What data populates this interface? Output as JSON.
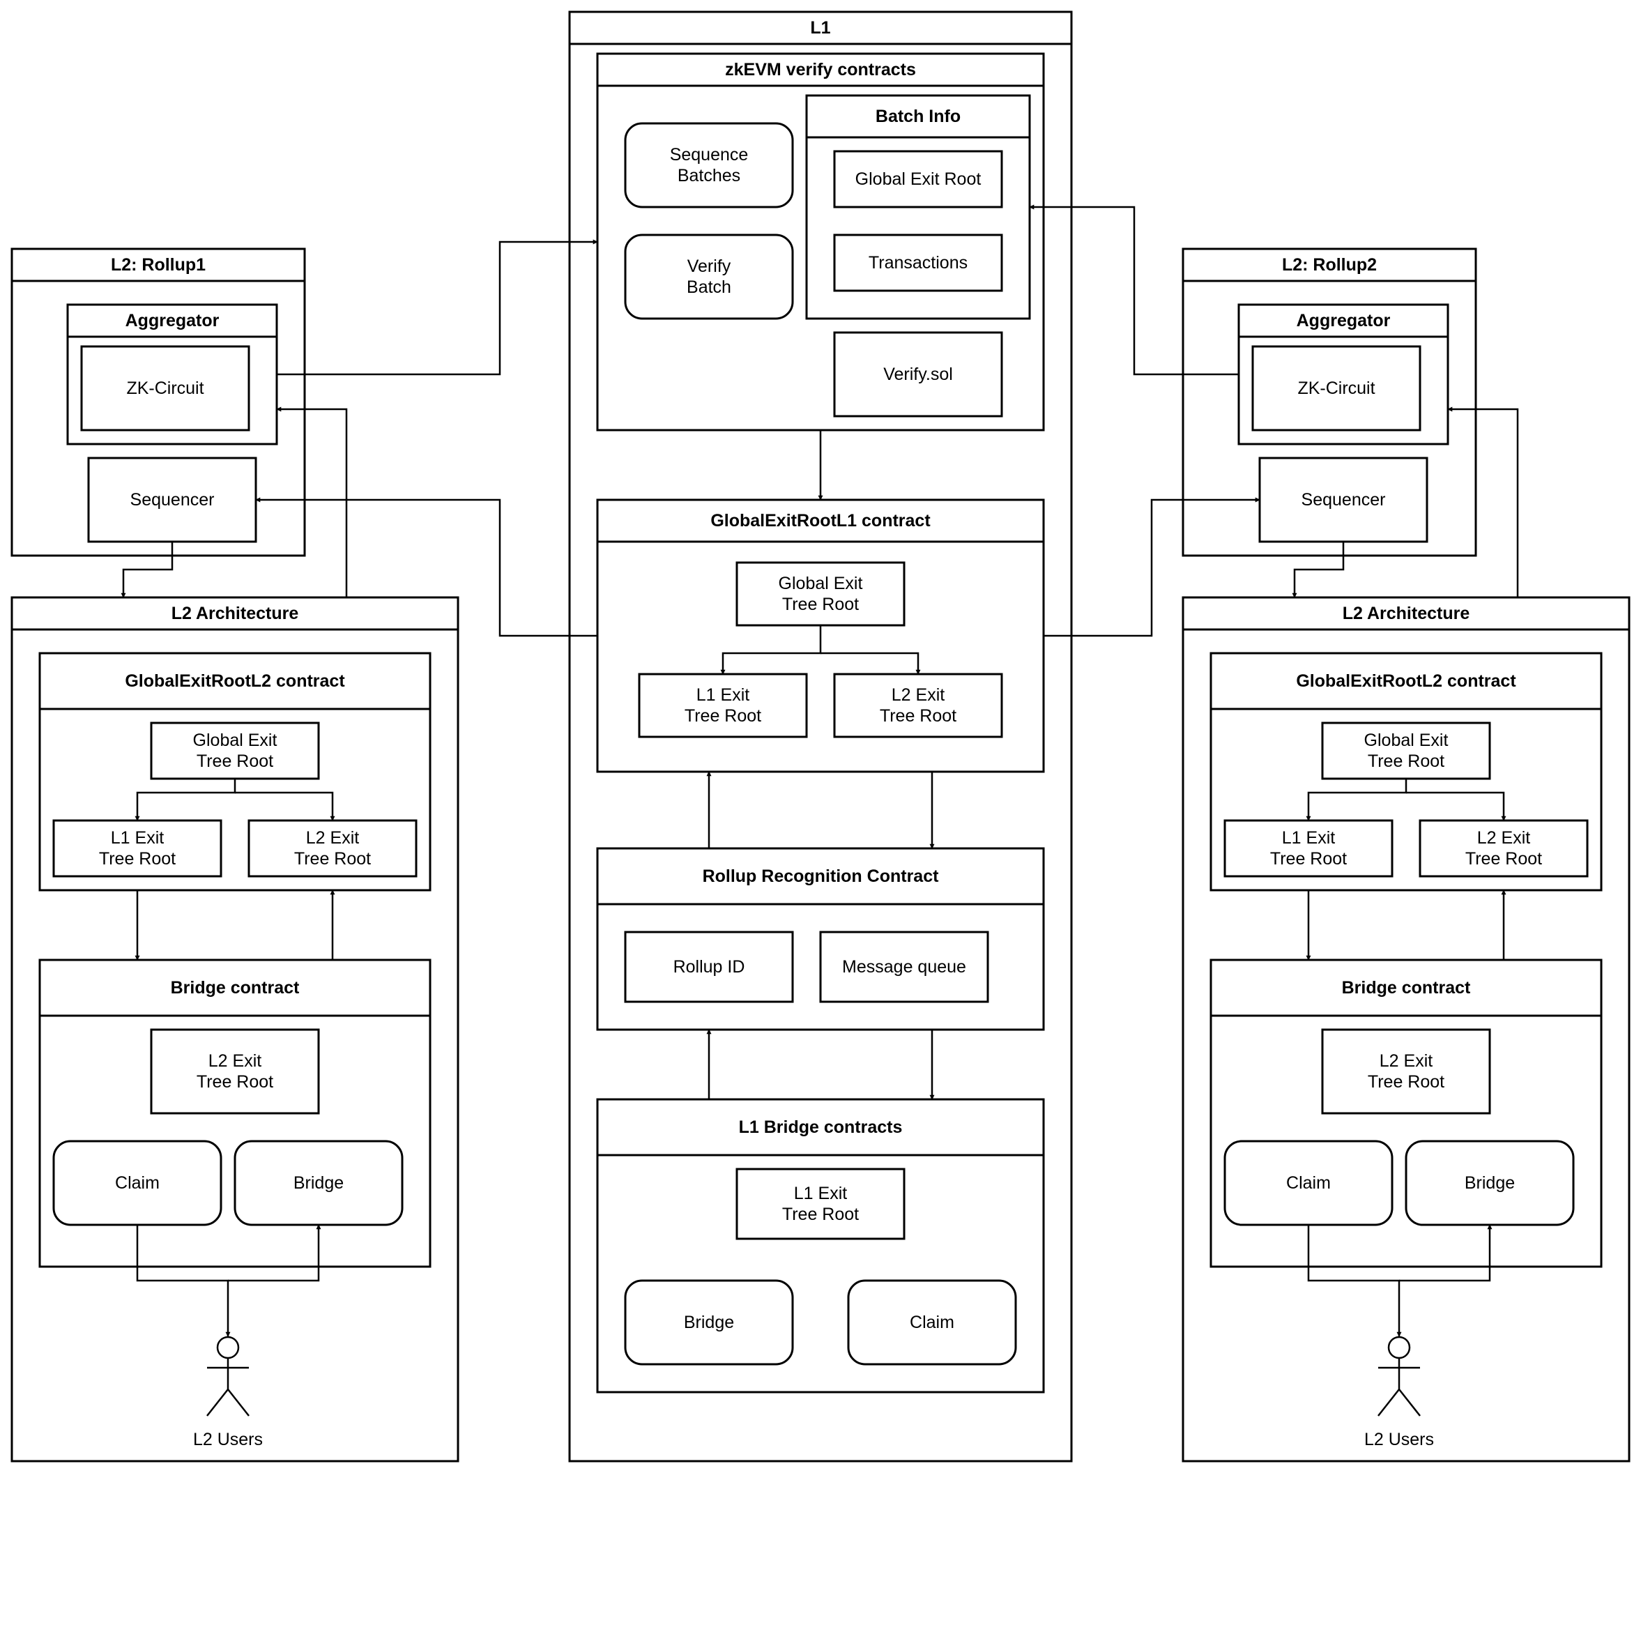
{
  "l1": {
    "title": "L1",
    "zkevm": {
      "title": "zkEVM verify contracts",
      "sequence_batches": [
        "Sequence",
        "Batches"
      ],
      "verify_batch": [
        "Verify",
        "Batch"
      ],
      "batch_info": {
        "title": "Batch Info",
        "global_exit_root": "Global Exit Root",
        "transactions": "Transactions"
      },
      "verify_sol": "Verify.sol"
    },
    "ger_l1": {
      "title": "GlobalExitRootL1 contract",
      "global_exit_tree_root": [
        "Global Exit",
        "Tree Root"
      ],
      "l1_exit_tree_root": [
        "L1 Exit",
        "Tree Root"
      ],
      "l2_exit_tree_root": [
        "L2 Exit",
        "Tree Root"
      ]
    },
    "rollup_recognition": {
      "title": "Rollup Recognition Contract",
      "rollup_id": "Rollup ID",
      "message_queue": "Message queue"
    },
    "l1_bridge": {
      "title": "L1 Bridge contracts",
      "l1_exit_tree_root": [
        "L1 Exit",
        "Tree Root"
      ],
      "bridge": "Bridge",
      "claim": "Claim"
    }
  },
  "rollups": [
    {
      "title": "L2: Rollup1",
      "aggregator": "Aggregator",
      "zk_circuit": "ZK-Circuit",
      "sequencer": "Sequencer",
      "architecture": {
        "title": "L2 Architecture",
        "ger_l2": {
          "title": "GlobalExitRootL2 contract",
          "global_exit_tree_root": [
            "Global Exit",
            "Tree Root"
          ],
          "l1_exit_tree_root": [
            "L1 Exit",
            "Tree Root"
          ],
          "l2_exit_tree_root": [
            "L2 Exit",
            "Tree Root"
          ]
        },
        "bridge_contract": {
          "title": "Bridge contract",
          "l2_exit_tree_root": [
            "L2 Exit",
            "Tree Root"
          ],
          "claim": "Claim",
          "bridge": "Bridge"
        },
        "users": "L2 Users"
      }
    },
    {
      "title": "L2: Rollup2",
      "aggregator": "Aggregator",
      "zk_circuit": "ZK-Circuit",
      "sequencer": "Sequencer",
      "architecture": {
        "title": "L2 Architecture",
        "ger_l2": {
          "title": "GlobalExitRootL2 contract",
          "global_exit_tree_root": [
            "Global Exit",
            "Tree Root"
          ],
          "l1_exit_tree_root": [
            "L1 Exit",
            "Tree Root"
          ],
          "l2_exit_tree_root": [
            "L2 Exit",
            "Tree Root"
          ]
        },
        "bridge_contract": {
          "title": "Bridge contract",
          "l2_exit_tree_root": [
            "L2 Exit",
            "Tree Root"
          ],
          "claim": "Claim",
          "bridge": "Bridge"
        },
        "users": "L2 Users"
      }
    }
  ]
}
